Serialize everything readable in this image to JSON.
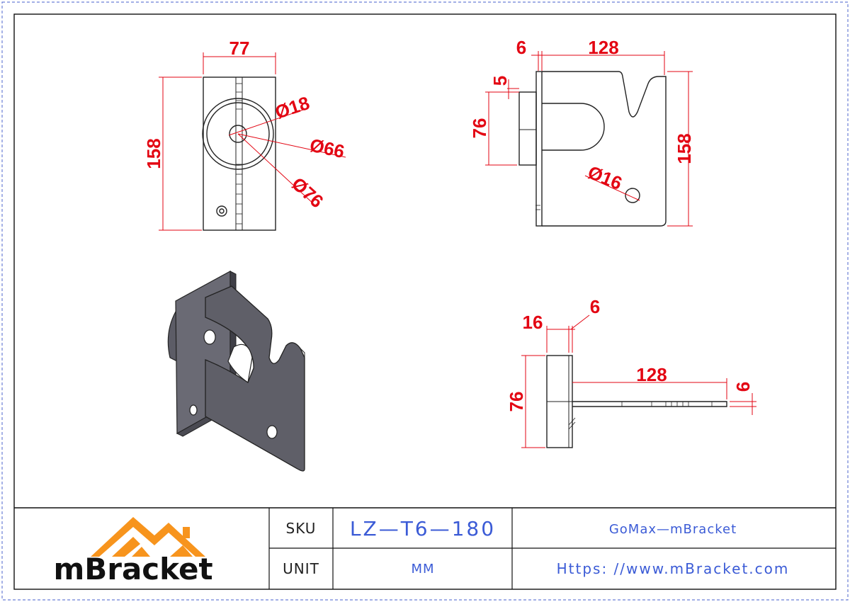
{
  "drawing": {
    "front_view": {
      "width_dim": "77",
      "height_dim": "158",
      "hole_dia": "Ø18",
      "inner_dia": "Ø66",
      "outer_dia": "Ø76"
    },
    "side_view": {
      "thickness_dim": "6",
      "length_dim": "128",
      "offset_dim": "5",
      "boss_dim": "76",
      "height_dim": "158",
      "hole_dia": "Ø16"
    },
    "top_view": {
      "base_dim": "16",
      "plate_dim": "6",
      "length_dim": "128",
      "height_dim": "76",
      "flange_thickness_dim": "6"
    }
  },
  "title_block": {
    "logo_text": "mBracket",
    "sku_label": "SKU",
    "sku_value": "LZ—T6—180",
    "unit_label": "UNIT",
    "unit_value": "MM",
    "company": "GoMax—mBracket",
    "website": "Https: //www.mBracket.com"
  },
  "colors": {
    "dimension": "#e30613",
    "title_text": "#3b5bd6",
    "logo_orange": "#f7941d",
    "border": "#6b7fd6"
  }
}
